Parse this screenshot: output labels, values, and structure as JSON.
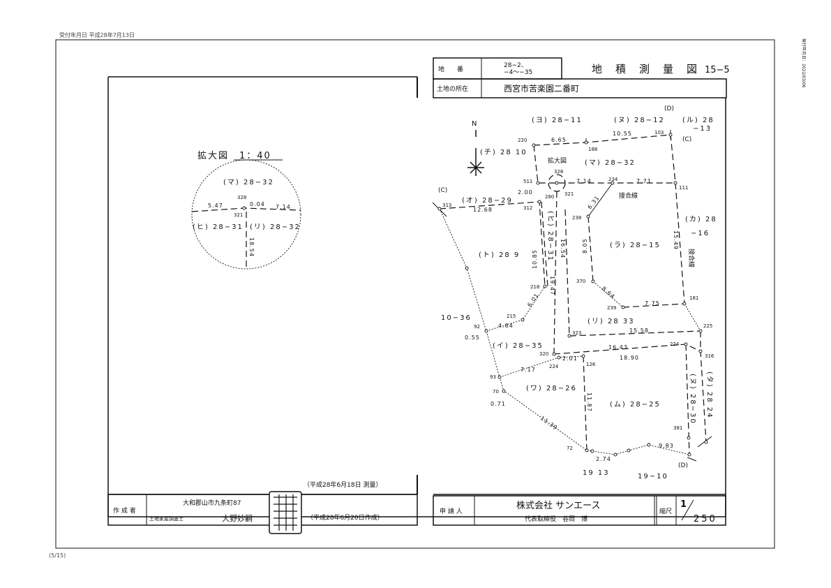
{
  "page": {
    "receipt_note": "受付年月日 平成28年7月13日",
    "issue_note": "発行年月日：2022/03/06",
    "page_number": "(5/15)"
  },
  "header": {
    "lot_label": "地　　番",
    "lot_value_line1": "28−2、",
    "lot_value_line2": "−4〜−35",
    "title": "地　積　測　量　図",
    "sheet_no": "15−5",
    "location_label": "土地の所在",
    "location_value": "西宮市苦楽園二番町"
  },
  "footer": {
    "survey_date": "（平成28年6月18日 測量）",
    "author_label": "作 成 者",
    "author_address": "大和郡山市九条町87",
    "author_title": "土地家屋調査士",
    "author_name": "大野妙嗣",
    "created_date": "（平成28年6月20日作成）",
    "applicant_label": "申 請 人",
    "applicant_company": "株式会社 サンエース",
    "applicant_rep": "代表取締役　谷岡　博",
    "scale_label": "縮尺",
    "scale_num": "1",
    "scale_den": "250"
  },
  "inset": {
    "title": "拡大図　1：40",
    "parcel_top": "(マ) 28−32",
    "parcel_left": "(ヒ) 28−31",
    "parcel_right": "(リ) 28−32",
    "pt_328": "328",
    "pt_321": "321",
    "d1": "5.47",
    "d2": "0.04",
    "d3": "7.14",
    "d4": "18.54"
  },
  "map": {
    "north": "N",
    "parcels": [
      "(ヨ) 28−11",
      "(ヌ) 28−12",
      "(ル) 28",
      "−13",
      "(D)",
      "(C)",
      "(チ) 28 10",
      "拡大図",
      "(マ) 28−32",
      "(C)",
      "(オ) 28−29",
      "接合線",
      "(カ) 28",
      "−16",
      "(ト) 28 9",
      "(ヒ) 28−31",
      "(ラ) 28−15",
      "接合線",
      "10−36",
      "(リ) 28 33",
      "(イ) 28−35",
      "(ワ) 28−26",
      "(ム) 28−25",
      "(ヌ) 28−30",
      "(タ) 28 24",
      "(D)",
      "19 13",
      "19−10"
    ],
    "distances": [
      "6.65",
      "10.55",
      "7.71",
      "7.14",
      "2.00",
      "12.68",
      "6.31",
      "16.54",
      "19.47",
      "10.85",
      "8.05",
      "8.64",
      "7.75",
      "15.49",
      "15.58",
      "16.43",
      "18.90",
      "4.84",
      "6.01",
      "7.17",
      "2.01",
      "11.87",
      "11.39",
      "2.74",
      "9.83",
      "0.71",
      "0.55"
    ],
    "points": [
      "220",
      "188",
      "103",
      "511",
      "328",
      "321",
      "280",
      "234",
      "111",
      "313",
      "312",
      "238",
      "218",
      "370",
      "239",
      "181",
      "225",
      "323",
      "224",
      "316",
      "320",
      "224",
      "126",
      "92",
      "215",
      "93",
      "70",
      "72",
      "381"
    ]
  }
}
